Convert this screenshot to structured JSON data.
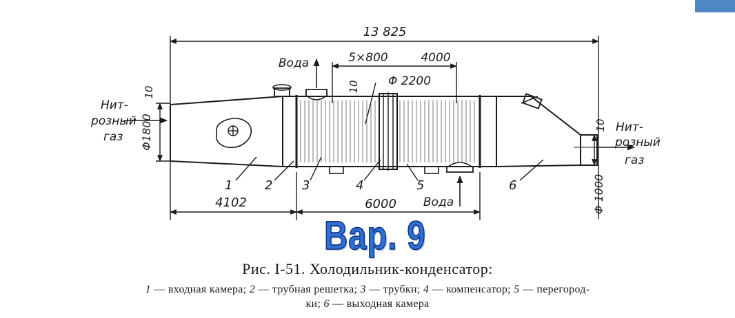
{
  "drawing": {
    "dim_total": "13 825",
    "dim_spacing": "5×800",
    "dim_4000": "4000",
    "dim_diameter_2200": "Φ 2200",
    "dim_10_a": "10",
    "dim_10_b": "10",
    "dim_10_c": "10",
    "dim_diameter_1800": "Φ1800",
    "dim_diameter_1000": "Φ 1000",
    "dim_4102": "4102",
    "dim_6000": "6000",
    "water_top": "Вода",
    "water_bottom": "Вода",
    "gas_left": [
      "Нит-",
      "розный",
      "газ"
    ],
    "gas_right": [
      "Нит-",
      "розный",
      "газ"
    ],
    "parts": [
      "1",
      "2",
      "3",
      "4",
      "5",
      "6"
    ]
  },
  "variant_label": "Вар. 9",
  "caption": {
    "title": "Рис. I-51. Холодильник-конденсатор:",
    "line2": [
      {
        "num": "1",
        "text": " — входная камера; "
      },
      {
        "num": "2",
        "text": " — трубная решетка; "
      },
      {
        "num": "3",
        "text": " — трубкн; "
      },
      {
        "num": "4",
        "text": " — компенсатор; "
      },
      {
        "num": "5",
        "text": " — перегород-"
      }
    ],
    "line3": [
      {
        "num": "",
        "text": "ки; "
      },
      {
        "num": "6",
        "text": " — выходная камера"
      }
    ]
  },
  "colors": {
    "accent_tab": "#4f86c6",
    "variant_fill": "#2f6fd1",
    "variant_stroke": "#0b2f78"
  }
}
